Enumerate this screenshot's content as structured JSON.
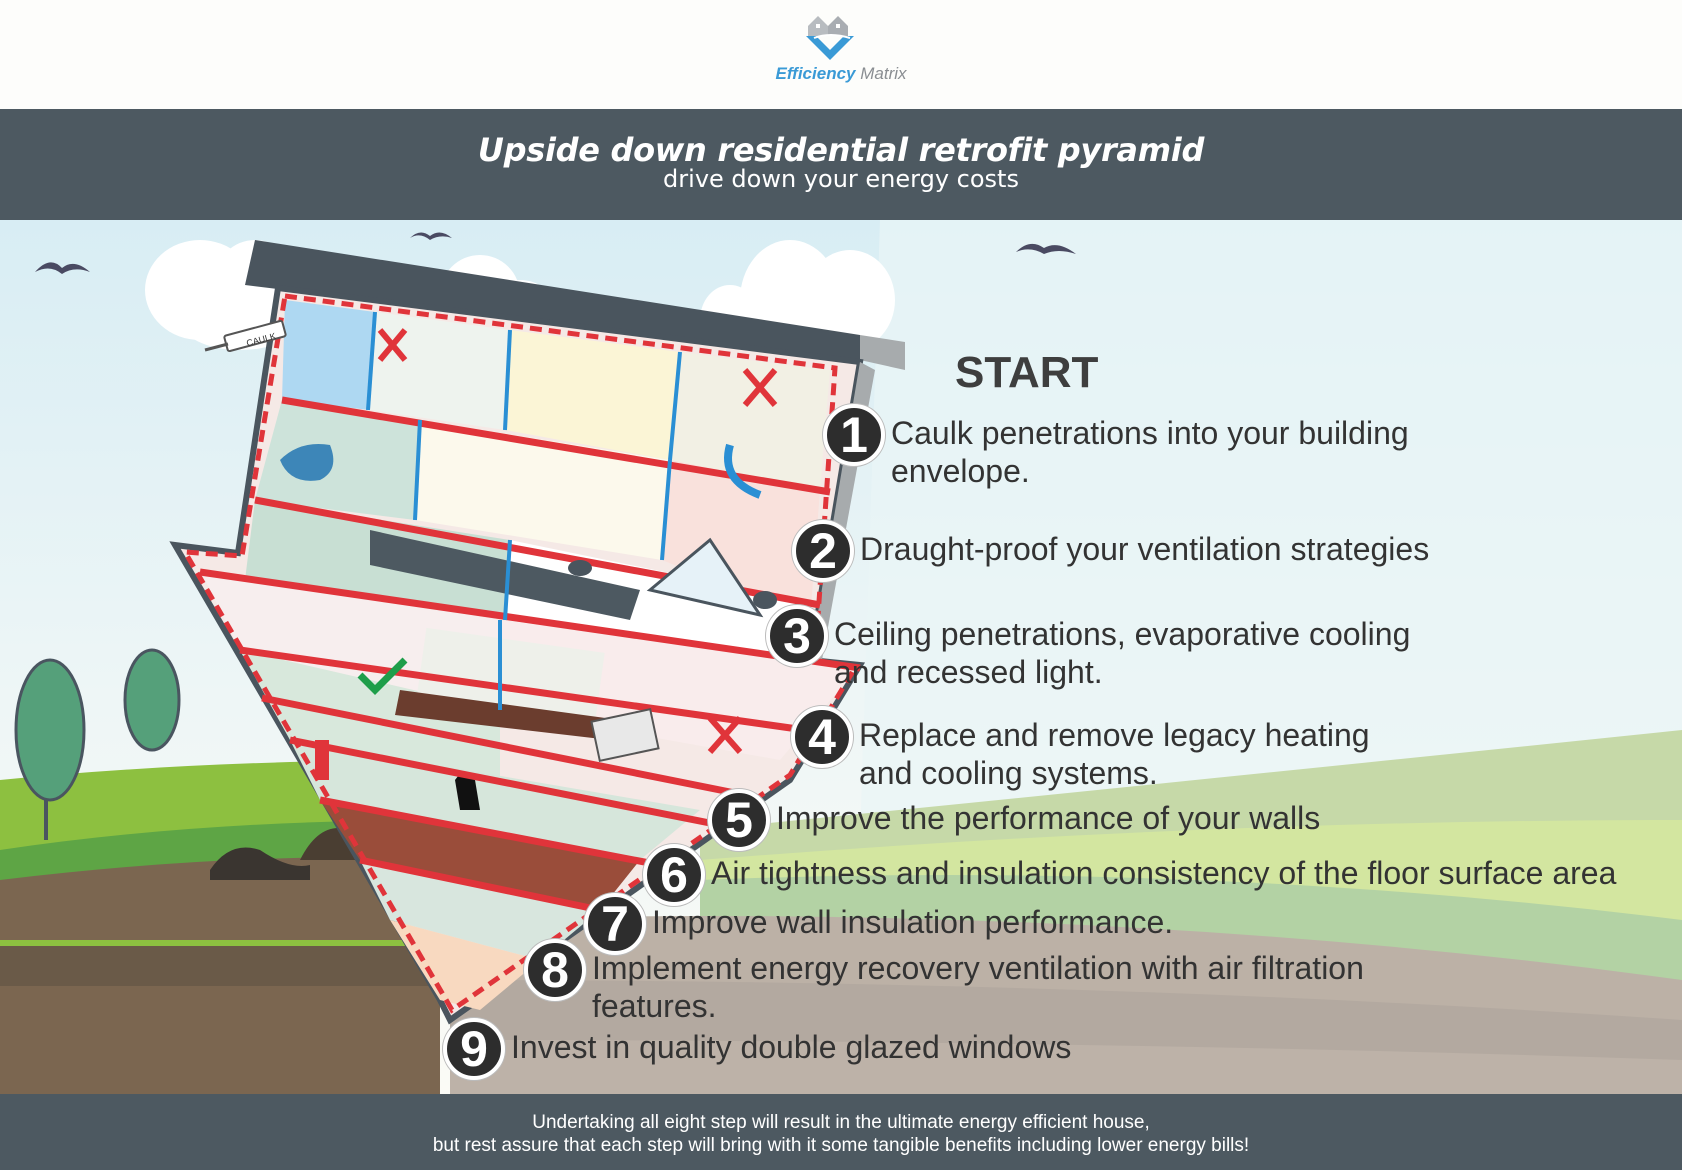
{
  "brand": {
    "name_part1": "Efficiency",
    "name_part2": "Matrix",
    "logo_icon": "house-diamond-logo-icon"
  },
  "header": {
    "title": "Upside down residential retrofit pyramid",
    "subtitle": "drive down your energy costs"
  },
  "illustration": {
    "start_label": "START",
    "caulk_label": "CAULK",
    "icons": [
      "bird-icon",
      "cloud-icon",
      "tree-icon",
      "check-icon",
      "cross-icon",
      "caulk-gun-icon"
    ]
  },
  "steps": [
    {
      "number": "1",
      "line1": "Caulk penetrations into your building",
      "line2": "envelope."
    },
    {
      "number": "2",
      "line1": "Draught-proof your ventilation strategies",
      "line2": ""
    },
    {
      "number": "3",
      "line1": "Ceiling penetrations, evaporative cooling",
      "line2": "and recessed light."
    },
    {
      "number": "4",
      "line1": "Replace and remove legacy heating",
      "line2": "and cooling systems."
    },
    {
      "number": "5",
      "line1": "Improve the performance of your walls",
      "line2": ""
    },
    {
      "number": "6",
      "line1": "Air tightness and insulation consistency of the floor surface area",
      "line2": ""
    },
    {
      "number": "7",
      "line1": "Improve wall insulation performance.",
      "line2": ""
    },
    {
      "number": "8",
      "line1": "Implement energy recovery ventilation with air filtration",
      "line2": "features."
    },
    {
      "number": "9",
      "line1": "Invest in quality double glazed windows",
      "line2": ""
    }
  ],
  "footer": {
    "line1": "Undertaking all eight step will result in the ultimate energy efficient house,",
    "line2": "but rest assure that each step will bring with it some tangible benefits including lower energy bills!"
  },
  "colors": {
    "bar": "#4d5961",
    "accent_red": "#e0343a",
    "accent_blue": "#2a8fd4",
    "badge": "#2d2d2d"
  }
}
